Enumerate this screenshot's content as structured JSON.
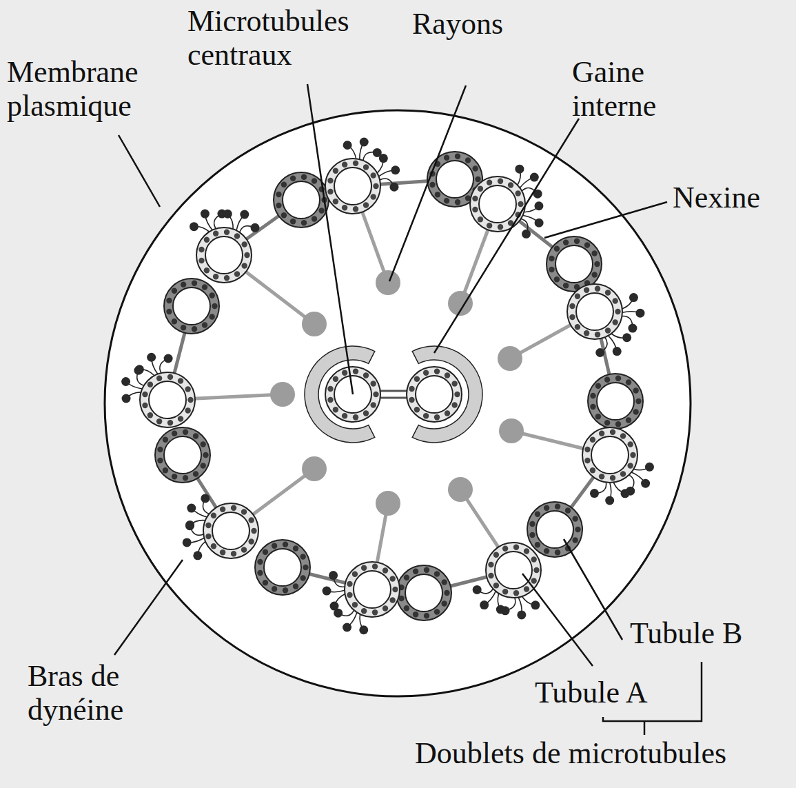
{
  "diagram": {
    "labels": [
      "Membrane plasmique",
      "Microtubules centraux",
      "Rayons",
      "Gaine interne",
      "Nexine",
      "Bras de dynéine",
      "Tubule B",
      "Tubule A",
      "Doublets de microtubules"
    ]
  }
}
